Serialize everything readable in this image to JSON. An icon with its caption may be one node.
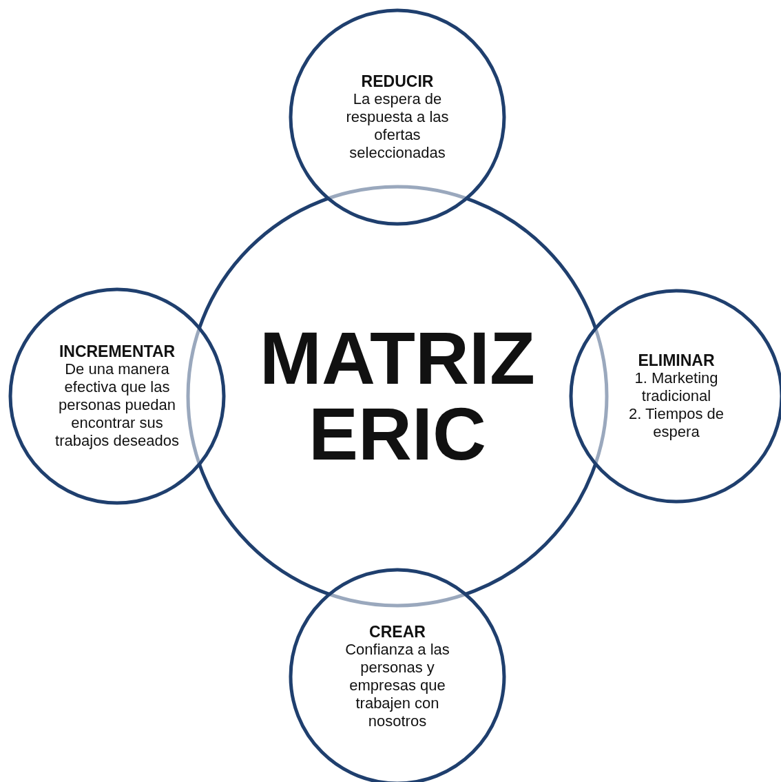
{
  "diagram": {
    "nodes": [
      {
        "text": [
          "REDUCIR",
          "La espera de respuesta a las ofertas seleccionadas"
        ]
      },
      {
        "text": [
          "INCREMENTAR",
          "De una manera efectiva que las personas puedan encontrar sus trabajos deseados"
        ]
      },
      {
        "text": [
          "MATRIZ ERIC"
        ]
      },
      {
        "text": [
          "ELIMINAR",
          "1. Marketing tradicional",
          "2. Tiempos de espera"
        ]
      },
      {
        "text": [
          "CREAR",
          "Confianza a las personas y empresas que trabajen con nosotros"
        ]
      }
    ],
    "edges": []
  }
}
